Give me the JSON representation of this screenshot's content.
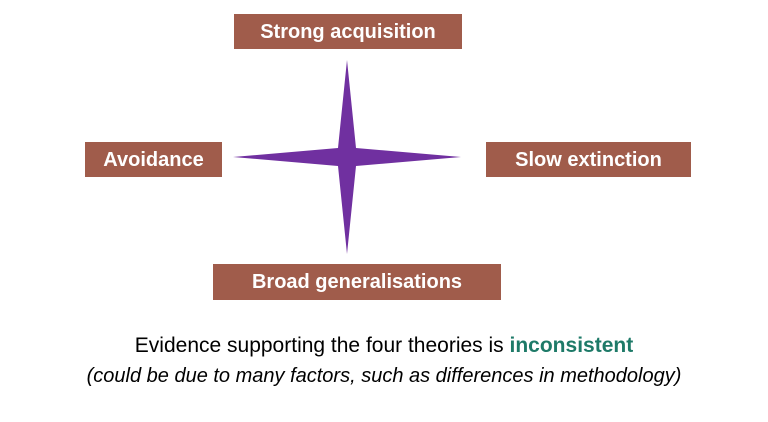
{
  "diagram": {
    "nodes": {
      "top": "Strong acquisition",
      "left": "Avoidance",
      "right": "Slow extinction",
      "bottom": "Broad generalisations"
    },
    "colors": {
      "box_bg": "#A05C4B",
      "box_text": "#FFFFFF",
      "star": "#7030A0"
    },
    "star_icon": "four-point-star"
  },
  "caption": {
    "line1_prefix": "Evidence supporting the four theories is ",
    "line1_highlight": "inconsistent",
    "highlight_color": "#1E7A68",
    "line2": "(could be due to many factors, such as differences in methodology)"
  }
}
